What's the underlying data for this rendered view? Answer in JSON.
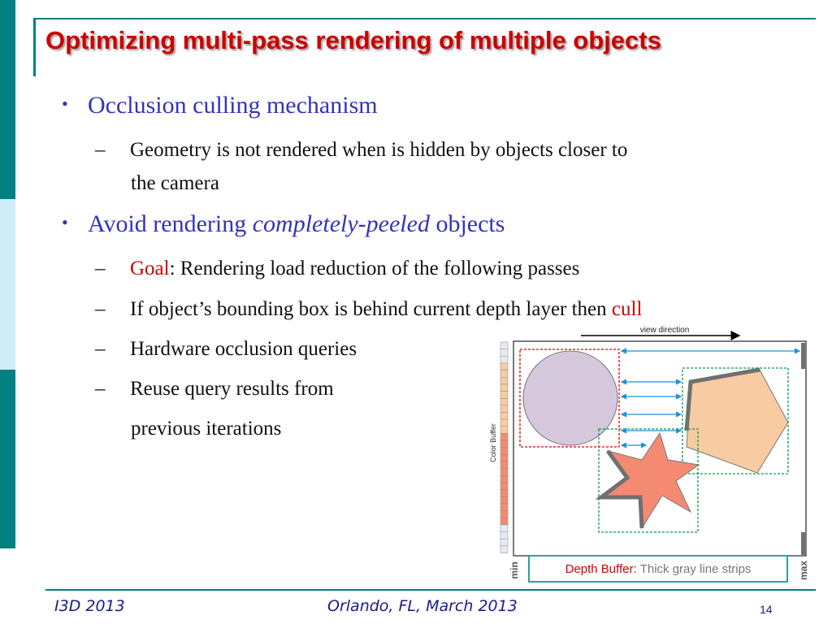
{
  "slide": {
    "title": "Optimizing multi-pass rendering of multiple objects",
    "bullets": [
      {
        "text": "Occlusion culling mechanism",
        "subs": [
          {
            "line1": "Geometry is not rendered when is hidden by objects closer to",
            "line2": "the camera"
          }
        ]
      },
      {
        "text_before": "Avoid rendering ",
        "text_italic": "completely-peeled",
        "text_after": " objects",
        "subs": [
          {
            "highlight": "Goal",
            "rest": ": Rendering load reduction of the following passes"
          },
          {
            "text": "If object’s bounding box is behind current depth layer then ",
            "highlight": "cull"
          },
          {
            "text": "Hardware occlusion queries"
          },
          {
            "line1": "Reuse query results from",
            "line2": "previous iterations"
          }
        ]
      }
    ],
    "bullet_symbol": "•",
    "dash_symbol": "–"
  },
  "diagram": {
    "view_direction_label": "view direction",
    "color_buffer_label": "Color Buffer",
    "min_label": "min",
    "max_label": "max",
    "legend_key": "Depth Buffer",
    "legend_sep": ":",
    "legend_value": "Thick gray line strips",
    "colors": {
      "circle_fill": "#d5c8dc",
      "pentagon_fill": "#f8cba2",
      "star_fill": "#f58a73",
      "depth_strip": "#707070",
      "red_box": "#e00000",
      "green_box": "#00a040",
      "arrow": "#1e90d8"
    }
  },
  "footer": {
    "conference": "I3D 2013",
    "location": "Orlando, FL, March 2013",
    "page": "14"
  }
}
